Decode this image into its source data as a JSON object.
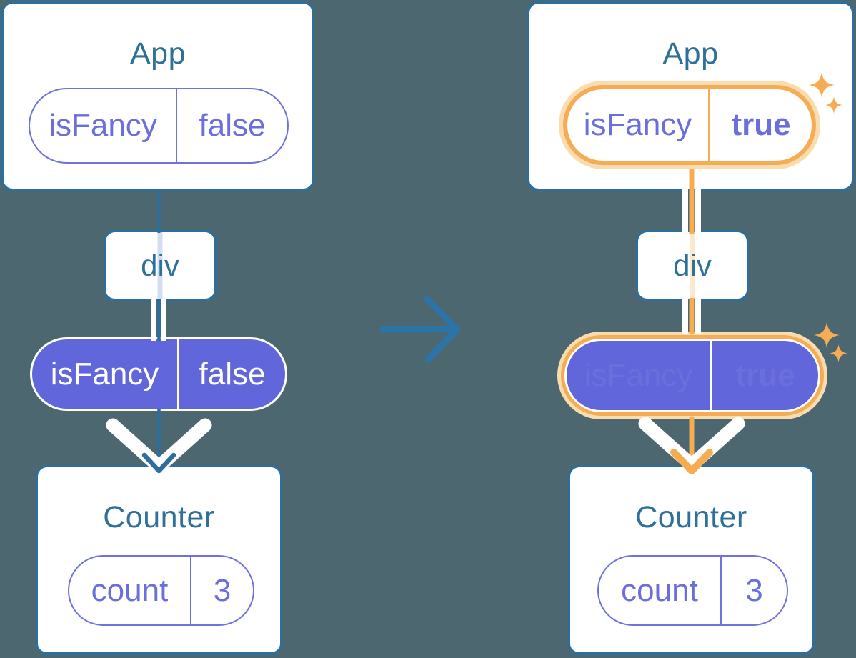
{
  "scene": {
    "description": "React component-tree diagram showing the isFancy prop passed from App through div to Counter, before (false) and after (true) the state change",
    "background_color": "#4c6770"
  },
  "palette": {
    "line_blue": "#2c6e9e",
    "title_blue": "#2f7099",
    "arrow_blue": "#2b74a8",
    "purple_text": "#6a6fdb",
    "purple_border": "#6d72dc",
    "purple_fill": "#6167da",
    "highlight_orange": "#f5ac52",
    "highlight_peach": "#fbdcae",
    "trace_peach": "#fce8ca",
    "trace_lavender": "#d3def2",
    "white": "#ffffff"
  },
  "transition": {
    "icon": "right-arrow-icon"
  },
  "panels": [
    {
      "id": "before",
      "app": {
        "title": "App",
        "state_key": "isFancy",
        "state_value": "false"
      },
      "div": {
        "label": "div"
      },
      "prop": {
        "key": "isFancy",
        "value": "false"
      },
      "counter": {
        "title": "Counter",
        "state_key": "count",
        "state_value": "3"
      }
    },
    {
      "id": "after",
      "app": {
        "title": "App",
        "state_key": "isFancy",
        "state_value": "true"
      },
      "div": {
        "label": "div"
      },
      "prop": {
        "key": "isFancy",
        "value": "true"
      },
      "counter": {
        "title": "Counter",
        "state_key": "count",
        "state_value": "3"
      }
    }
  ]
}
